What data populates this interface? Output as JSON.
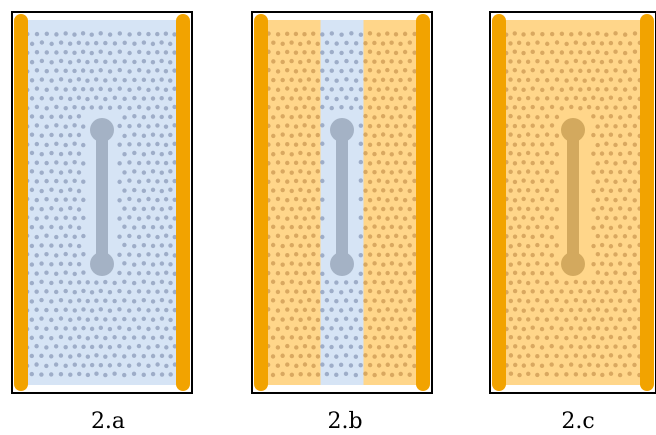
{
  "panels": [
    {
      "id": "2a",
      "caption": "2.a",
      "regions": [
        {
          "from": 0,
          "to": 1,
          "fill": "blue"
        }
      ]
    },
    {
      "id": "2b",
      "caption": "2.b",
      "regions": [
        {
          "from": 0,
          "to": 0.375,
          "fill": "orange"
        },
        {
          "from": 0.375,
          "to": 0.625,
          "fill": "blue"
        },
        {
          "from": 0.625,
          "to": 1,
          "fill": "orange"
        }
      ]
    },
    {
      "id": "2c",
      "caption": "2.c",
      "regions": [
        {
          "from": 0,
          "to": 1,
          "fill": "orange"
        }
      ]
    }
  ],
  "colors": {
    "frame": "#000000",
    "electrode": "#F2A300",
    "blue_fill": "#D6E4F5",
    "orange_fill": "#FFD68A",
    "dot_on_blue": "#9EADC8",
    "dot_on_orange": "#D9A860",
    "molecule_on_blue": "#A4B2C5",
    "molecule_on_orange": "#D3A95E"
  },
  "icons": {
    "electrode": "electrode-bar",
    "molecule": "dumbbell-molecule",
    "particles": "particle-dots"
  }
}
